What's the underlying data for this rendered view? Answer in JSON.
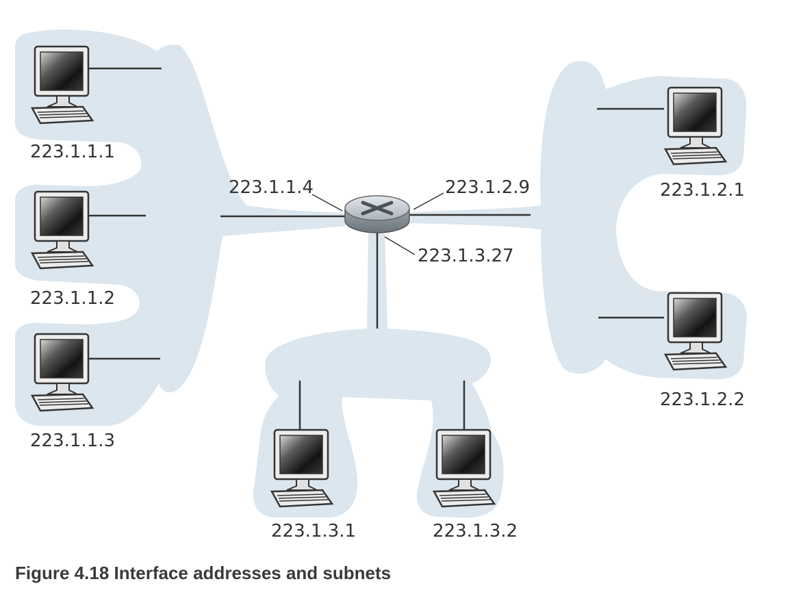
{
  "colors": {
    "subnet_fill": "#dbe6ee",
    "wire": "#333333",
    "label": "#333333",
    "caption": "#3a3a3a"
  },
  "hosts": [
    {
      "id": "h111",
      "label": "223.1.1.1"
    },
    {
      "id": "h112",
      "label": "223.1.1.2"
    },
    {
      "id": "h113",
      "label": "223.1.1.3"
    },
    {
      "id": "h121",
      "label": "223.1.2.1"
    },
    {
      "id": "h122",
      "label": "223.1.2.2"
    },
    {
      "id": "h131",
      "label": "223.1.3.1"
    },
    {
      "id": "h132",
      "label": "223.1.3.2"
    }
  ],
  "router": {
    "icon": "router-icon",
    "interfaces": [
      {
        "id": "if1",
        "label": "223.1.1.4"
      },
      {
        "id": "if2",
        "label": "223.1.2.9"
      },
      {
        "id": "if3",
        "label": "223.1.3.27"
      }
    ]
  },
  "caption": "Figure 4.18 Interface addresses and subnets"
}
